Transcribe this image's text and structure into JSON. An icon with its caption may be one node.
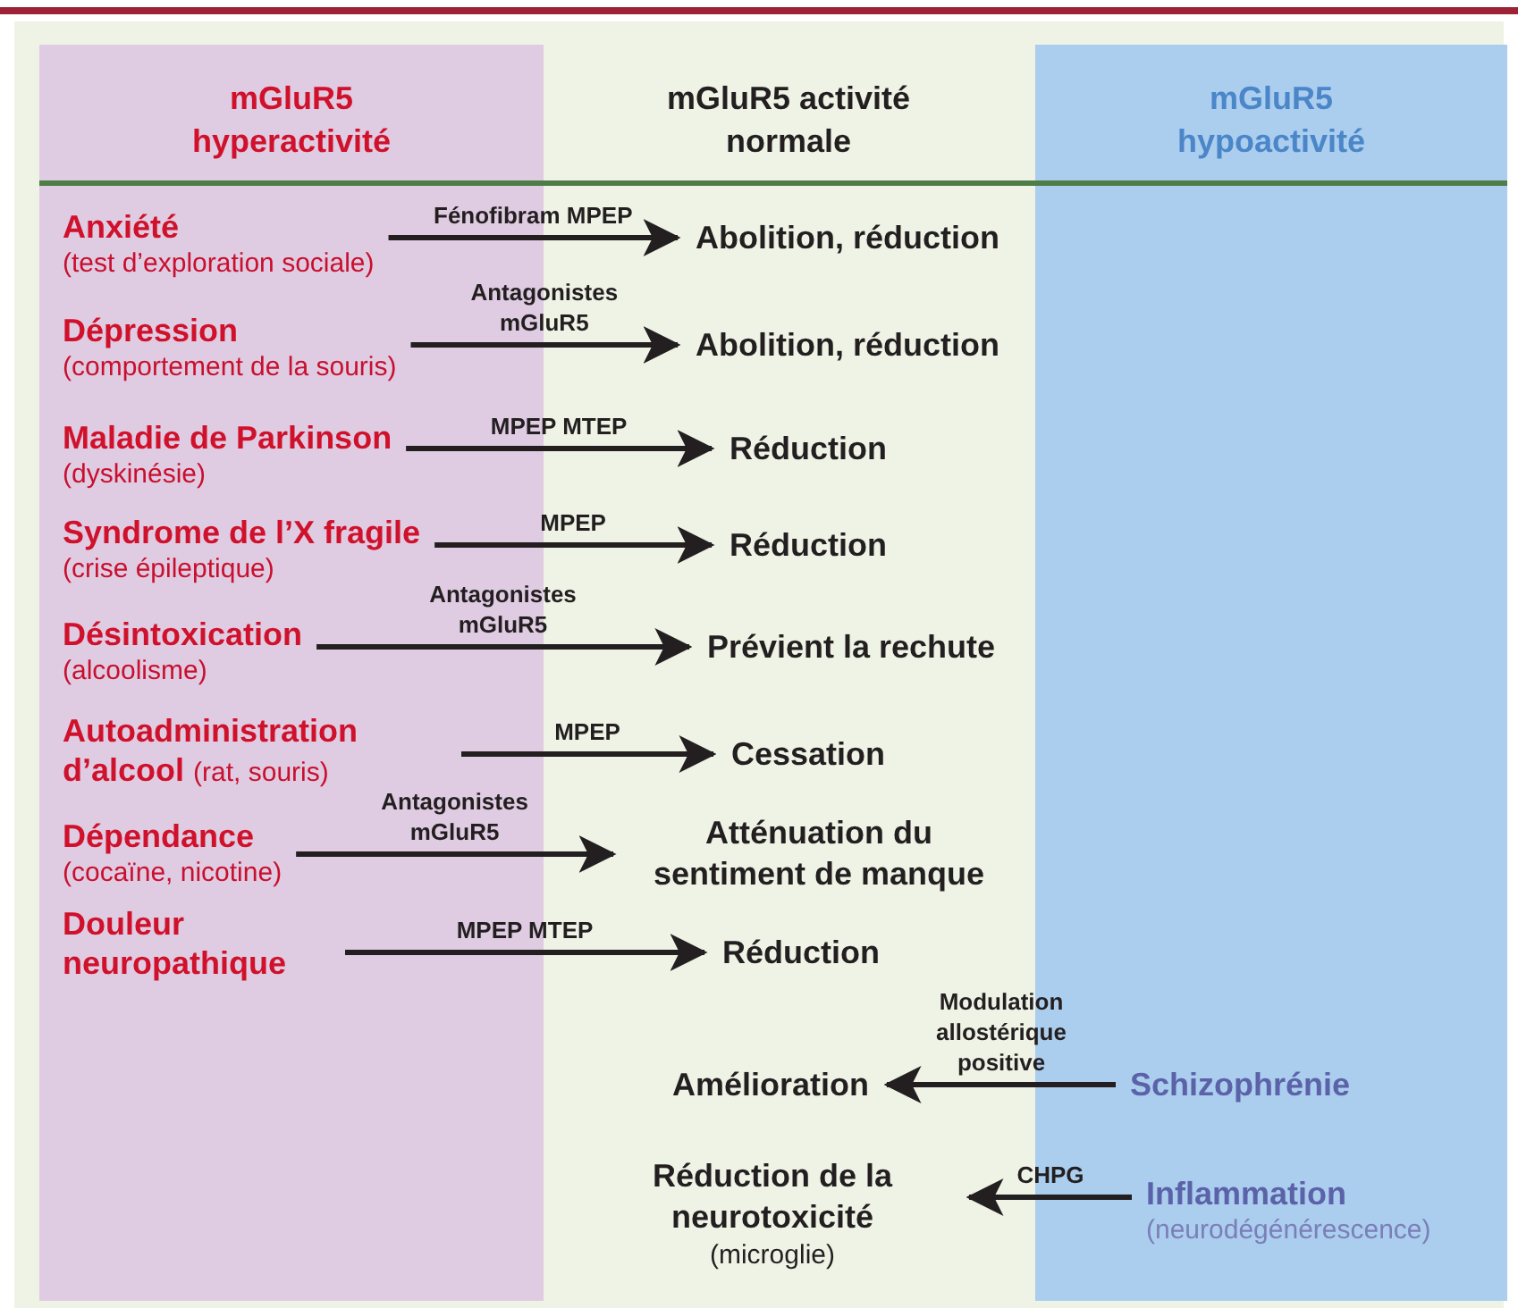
{
  "diagram": {
    "nodes": [
      {
        "text": [
          "mGluR5 hyperactivité"
        ]
      },
      {
        "text": [
          "mGluR5 hypoactivité"
        ]
      },
      {
        "text": [
          "Anxiété",
          "(test d’exploration sociale)"
        ],
        "in": 0
      },
      {
        "text": [
          "Abolition, réduction"
        ]
      },
      {
        "text": [
          "Dépression",
          "(comportement de la souris)"
        ],
        "in": 0
      },
      {
        "text": [
          "Abolition, réduction"
        ]
      },
      {
        "text": [
          "Maladie de Parkinson",
          "(dyskinésie)"
        ],
        "in": 0
      },
      {
        "text": [
          "Réduction"
        ]
      },
      {
        "text": [
          "Syndrome de l’X fragile",
          "(crise épileptique)"
        ],
        "in": 0
      },
      {
        "text": [
          "Réduction"
        ]
      },
      {
        "text": [
          "Désintoxication",
          "(alcoolisme)"
        ],
        "in": 0
      },
      {
        "text": [
          "Prévient la rechute"
        ]
      },
      {
        "text": [
          "Autoadministration d’alcool",
          "(rat, souris)"
        ],
        "in": 0
      },
      {
        "text": [
          "Cessation"
        ]
      },
      {
        "text": [
          "Dépendance",
          "(cocaïne, nicotine)"
        ],
        "in": 0
      },
      {
        "text": [
          "Atténuation du sentiment de manque"
        ]
      },
      {
        "text": [
          "Douleur neuropathique"
        ],
        "in": 0
      },
      {
        "text": [
          "Réduction"
        ]
      },
      {
        "text": [
          "Amélioration"
        ]
      },
      {
        "text": [
          "Schizophrénie"
        ],
        "in": 1
      },
      {
        "text": [
          "Réduction de la neurotoxicité",
          "(microglie)"
        ]
      },
      {
        "text": [
          "Inflammation",
          "(neurodégénérescence)"
        ],
        "in": 1
      }
    ],
    "edges": [
      {
        "from": 2,
        "to": 3,
        "arrow": "to",
        "label": "Fénofibram MPEP"
      },
      {
        "from": 4,
        "to": 5,
        "arrow": "to",
        "label": "Antagonistes mGluR5"
      },
      {
        "from": 6,
        "to": 7,
        "arrow": "to",
        "label": "MPEP MTEP"
      },
      {
        "from": 8,
        "to": 9,
        "arrow": "to",
        "label": "MPEP"
      },
      {
        "from": 10,
        "to": 11,
        "arrow": "to",
        "label": "Antagonistes mGluR5"
      },
      {
        "from": 12,
        "to": 13,
        "arrow": "to",
        "label": "MPEP"
      },
      {
        "from": 14,
        "to": 15,
        "arrow": "to",
        "label": "Antagonistes mGluR5"
      },
      {
        "from": 16,
        "to": 17,
        "arrow": "to",
        "label": "MPEP MTEP"
      },
      {
        "from": 19,
        "to": 18,
        "arrow": "to",
        "label": "Modulation allostérique positive"
      },
      {
        "from": 21,
        "to": 20,
        "arrow": "to",
        "label": "CHPG"
      }
    ],
    "labels": [
      "mGluR5 activité normale"
    ]
  }
}
